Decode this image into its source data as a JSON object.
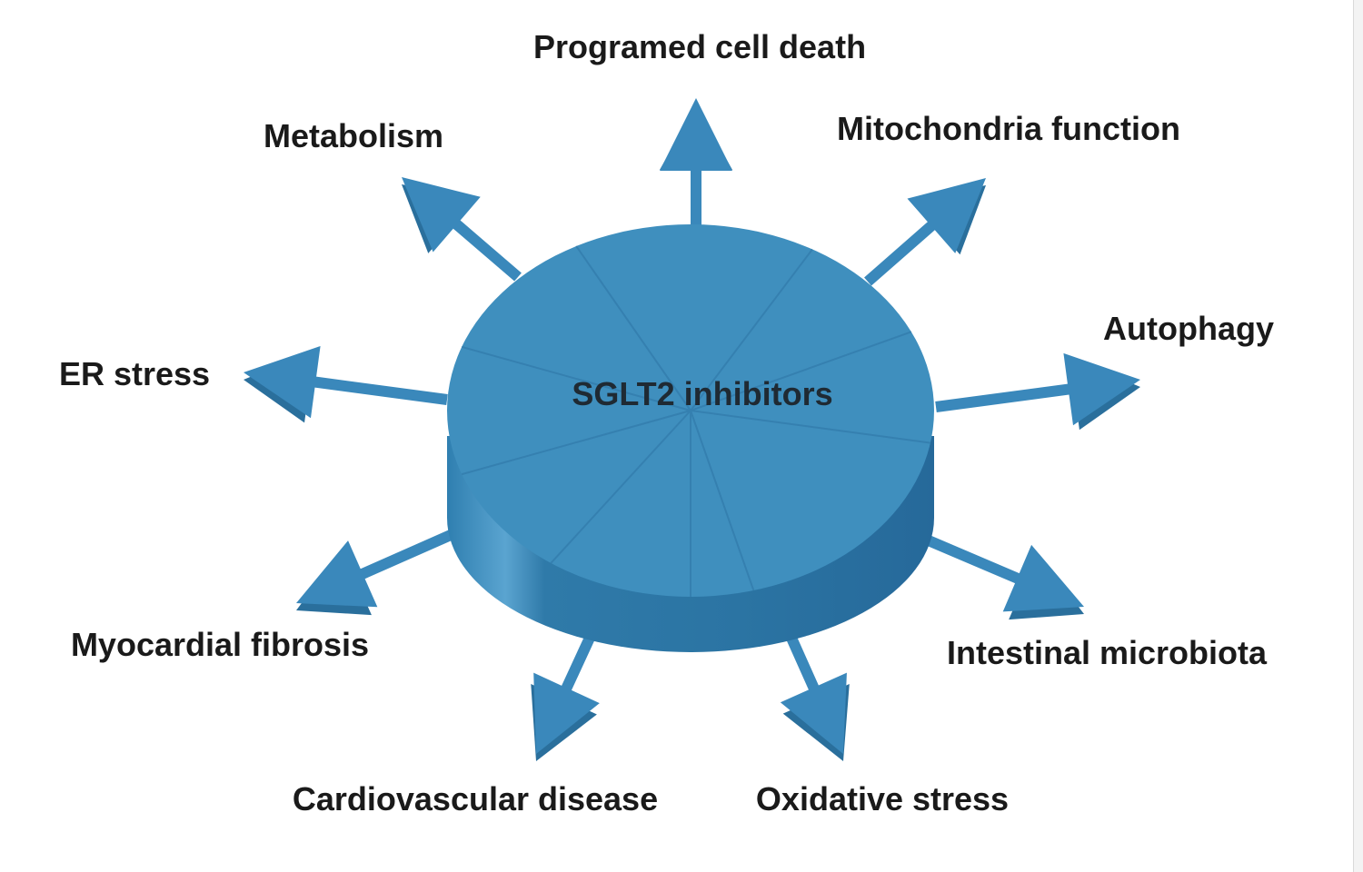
{
  "center": {
    "label": "SGLT2 inhibitors"
  },
  "effects": [
    {
      "id": "programed-cell-death",
      "label": "Programed cell death"
    },
    {
      "id": "metabolism",
      "label": "Metabolism"
    },
    {
      "id": "mitochondria-function",
      "label": "Mitochondria function"
    },
    {
      "id": "autophagy",
      "label": "Autophagy"
    },
    {
      "id": "er-stress",
      "label": "ER stress"
    },
    {
      "id": "myocardial-fibrosis",
      "label": "Myocardial fibrosis"
    },
    {
      "id": "intestinal-microbiota",
      "label": "Intestinal microbiota"
    },
    {
      "id": "cardiovascular-disease",
      "label": "Cardiovascular disease"
    },
    {
      "id": "oxidative-stress",
      "label": "Oxidative stress"
    }
  ],
  "colors": {
    "disc_top": "#3f8fbe",
    "disc_side": "#2b74a3",
    "arrow": "#3a88bb",
    "arrow_shade": "#2a6f9c",
    "text": "#1a1a1a"
  }
}
